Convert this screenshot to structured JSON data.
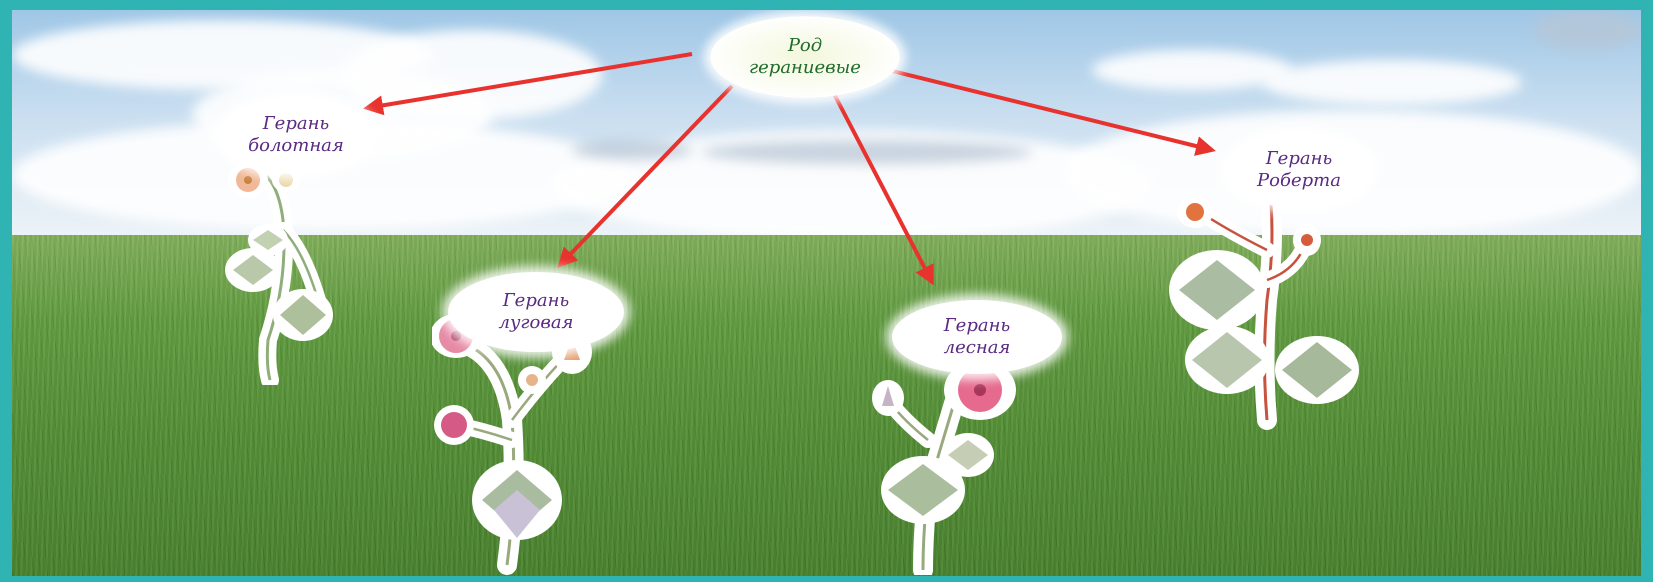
{
  "diagram": {
    "root": {
      "line1": "Род",
      "line2": "гераниевые"
    },
    "children": [
      {
        "line1": "Герань",
        "line2": "болотная"
      },
      {
        "line1": "Герань",
        "line2": "луговая"
      },
      {
        "line1": "Герань",
        "line2": "лесная"
      },
      {
        "line1": "Герань",
        "line2": "Роберта"
      }
    ]
  },
  "colors": {
    "arrow": "#e8322d",
    "frame": "#2fb3b3",
    "root_text": "#1f6b2a",
    "child_text": "#5a2a82"
  }
}
